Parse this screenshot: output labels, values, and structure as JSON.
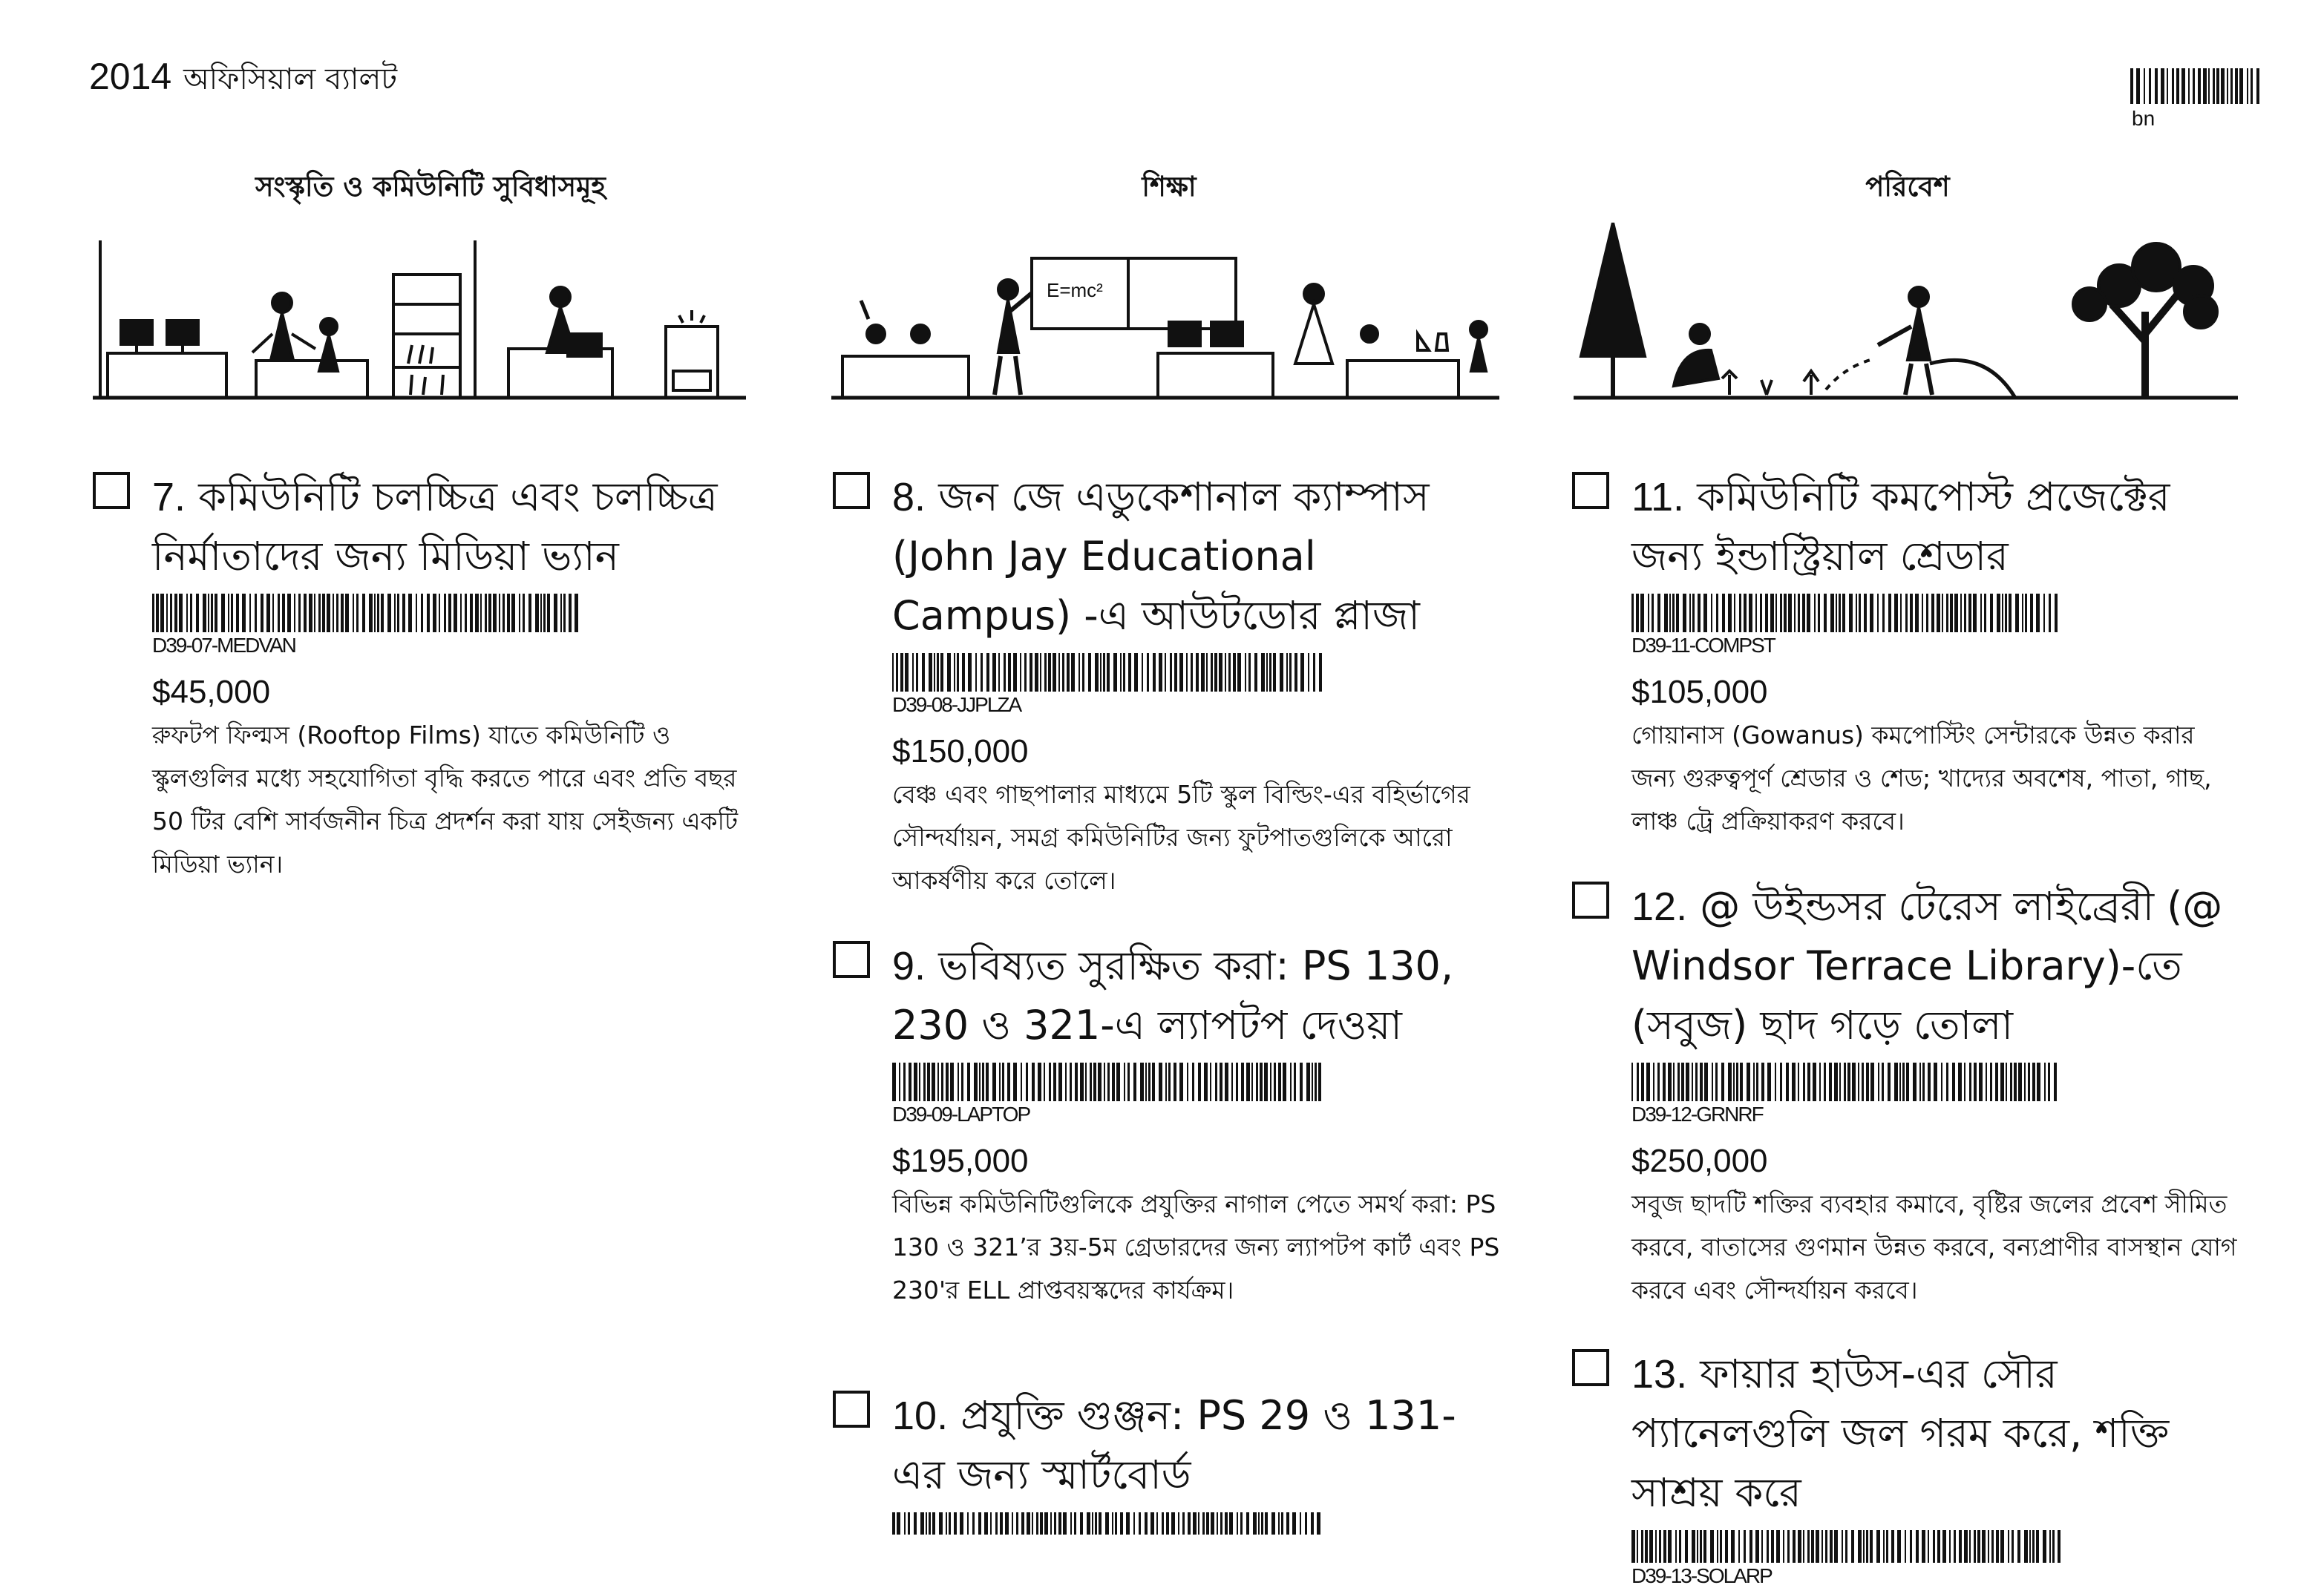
{
  "header": {
    "year": "2014",
    "title": "অফিসিয়াল ব্যালট",
    "language_code": "bn"
  },
  "categories": [
    {
      "name": "সংস্কৃতি ও কমিউনিটি সুবিধাসমূহ"
    },
    {
      "name": "শিক্ষা",
      "board_text": "E=mc²"
    },
    {
      "name": "পরিবেশ"
    }
  ],
  "items": [
    {
      "number": "7.",
      "title": "কমিউনিটি চলচ্চিত্র এবং চলচ্চিত্র নির্মাতাদের জন্য মিডিয়া ভ্যান",
      "code": "D39-07-MEDVAN",
      "amount": "$45,000",
      "description": "রুফটপ ফিল্মস (Rooftop Films) যাতে কমিউনিটি ও স্কুলগুলির মধ্যে সহযোগিতা বৃদ্ধি করতে পারে এবং প্রতি বছর 50 টির বেশি সার্বজনীন চিত্র প্রদর্শন করা যায় সেইজন্য একটি মিডিয়া ভ্যান।"
    },
    {
      "number": "8.",
      "title": "জন জে এডুকেশানাল ক্যাম্পাস (John Jay Educational Campus) -এ আউটডোর প্লাজা",
      "code": "D39-08-JJPLZA",
      "amount": "$150,000",
      "description": "বেঞ্চ এবং গাছপালার মাধ্যমে 5টি স্কুল বিল্ডিং-এর বহির্ভাগের সৌন্দর্যায়ন, সমগ্র কমিউনিটির জন্য ফুটপাতগুলিকে আরো আকর্ষণীয় করে তোলে।"
    },
    {
      "number": "9.",
      "title": "ভবিষ্যত সুরক্ষিত করা: PS 130, 230 ও 321-এ ল্যাপটপ দেওয়া",
      "code": "D39-09-LAPTOP",
      "amount": "$195,000",
      "description": "বিভিন্ন কমিউনিটিগুলিকে প্রযুক্তির নাগাল পেতে সমর্থ করা: PS 130 ও 321’র 3য়-5ম গ্রেডারদের জন্য ল্যাপটপ কার্ট এবং PS 230'র ELL প্রাপ্তবয়স্কদের কার্যক্রম।"
    },
    {
      "number": "10.",
      "title": "প্রযুক্তি গুঞ্জন: PS 29 ও 131-এর জন্য স্মার্টবোর্ড"
    },
    {
      "number": "11.",
      "title": "কমিউনিটি কমপোস্ট প্রজেক্টের জন্য ইন্ডাস্ট্রিয়াল শ্রেডার",
      "code": "D39-11-COMPST",
      "amount": "$105,000",
      "description": "গোয়ানাস (Gowanus) কমপোস্টিং সেন্টারকে উন্নত করার জন্য গুরুত্বপূর্ণ শ্রেডার ও শেড; খাদ্যের অবশেষ, পাতা, গাছ, লাঞ্চ ট্রে প্রক্রিয়াকরণ করবে।"
    },
    {
      "number": "12.",
      "title": "@ উইন্ডসর টেরেস লাইব্রেরী (@ Windsor Terrace Library)-তে (সবুজ) ছাদ গড়ে তোলা",
      "code": "D39-12-GRNRF",
      "amount": "$250,000",
      "description": "সবুজ ছাদটি শক্তির ব্যবহার কমাবে, বৃষ্টির জলের প্রবেশ সীমিত করবে, বাতাসের গুণমান উন্নত করবে, বন্যপ্রাণীর বাসস্থান যোগ করবে এবং সৌন্দর্যায়ন করবে।"
    },
    {
      "number": "13.",
      "title": "ফায়ার হাউস-এর সৌর প্যানেলগুলি জল গরম করে, শক্তি সাশ্রয় করে",
      "code": "D39-13-SOLARP"
    }
  ],
  "colors": {
    "ink": "#111111",
    "paper": "#ffffff"
  }
}
